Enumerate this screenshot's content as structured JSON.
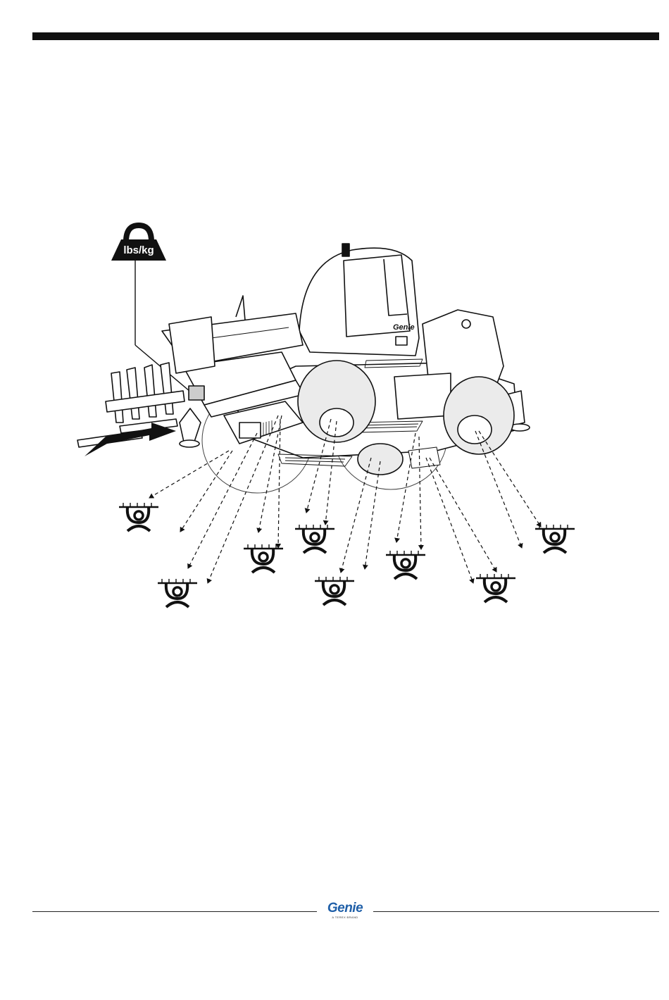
{
  "weight_label": {
    "text": "lbs/kg"
  },
  "machine_brand": {
    "text": "Genie"
  },
  "footer": {
    "logo_text": "Genie",
    "logo_tagline": "A TEREX BRAND"
  },
  "icons": {
    "weight": "weight-icon",
    "tie_down": "tie-down-point-icon",
    "direction": "direction-arrow-icon"
  },
  "colors": {
    "brand_blue": "#1f5fa8",
    "line": "#111111",
    "wheel_fill": "#ebebeb"
  }
}
